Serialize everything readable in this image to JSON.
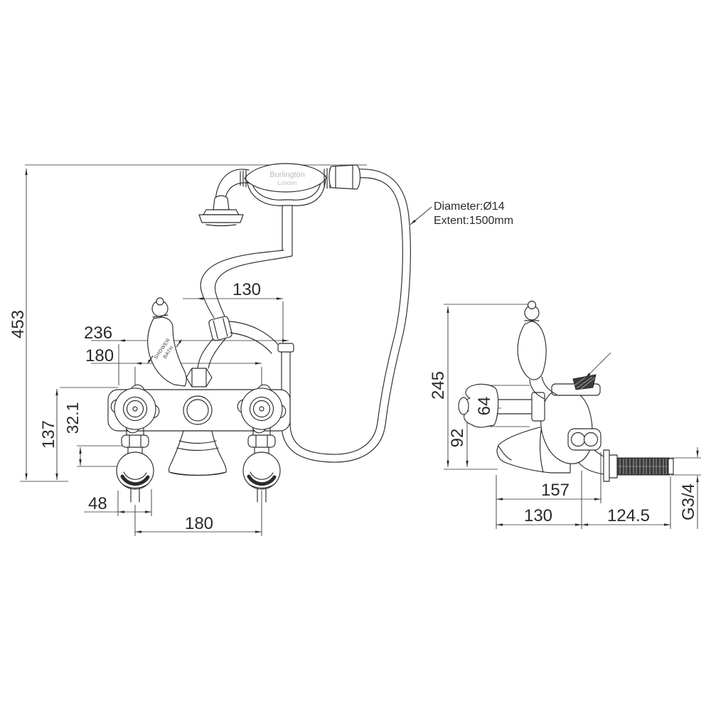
{
  "handset": {
    "brand_line1": "Burlington",
    "brand_line2": "London"
  },
  "lever": {
    "label_line1": "SHOWER",
    "label_line2": "BATH"
  },
  "hose_note": {
    "line1": "Diameter:Ø14",
    "line2": "Extent:1500mm"
  },
  "front_view": {
    "dims": {
      "overall_height": "453",
      "overall_width": "236",
      "handle_centres": "180",
      "cradle_offset": "130",
      "handle_top_to_elbow": "137",
      "nut_to_elbow": "32.1",
      "elbow_width": "48",
      "elbow_centres": "180"
    }
  },
  "side_view": {
    "dims": {
      "overall_height": "245",
      "handle_height": "64",
      "handle_centre_to_spout": "92",
      "spout_reach": "157",
      "spout_projection": "130",
      "wall_stub": "124.5",
      "thread": "G3/4"
    }
  },
  "colors": {
    "line": "#2b2b2b",
    "background": "#ffffff",
    "brand_text": "#bdbdbd",
    "thread_fill": "#3a3a3a"
  }
}
